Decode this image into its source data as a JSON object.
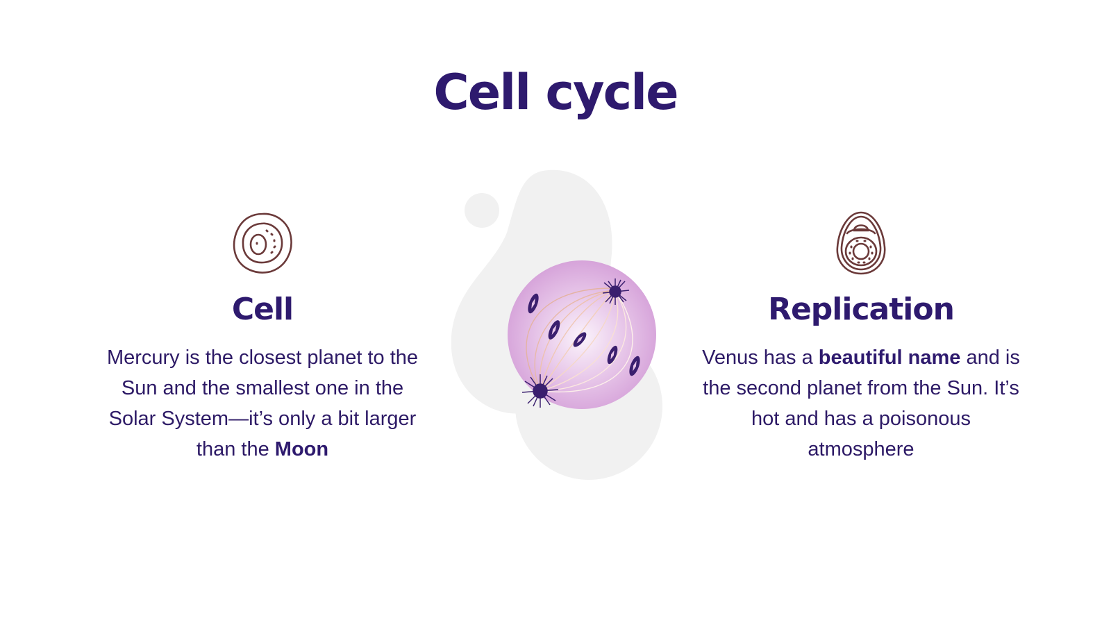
{
  "slide": {
    "title": "Cell cycle",
    "colors": {
      "title": "#2e1a6e",
      "text": "#2d1a66",
      "icon_stroke": "#6b3a3a",
      "blob": "#f1f1f1",
      "cell_fill": "#d8a8dc",
      "chromosome": "#3a1f6e"
    },
    "left": {
      "icon": "cell-icon",
      "heading": "Cell",
      "text_before": "Mercury is the closest planet to the Sun and the smallest one in the Solar System—it’s only a bit larger than the ",
      "text_bold": "Moon",
      "text_after": ""
    },
    "right": {
      "icon": "egg-cell-icon",
      "heading": "Replication",
      "text_before": "Venus has a ",
      "text_bold": "beautiful name",
      "text_after": " and is the second planet from the Sun. It’s hot and has a poisonous atmosphere"
    },
    "illustration": {
      "icon": "mitosis-cell-illustration"
    }
  }
}
